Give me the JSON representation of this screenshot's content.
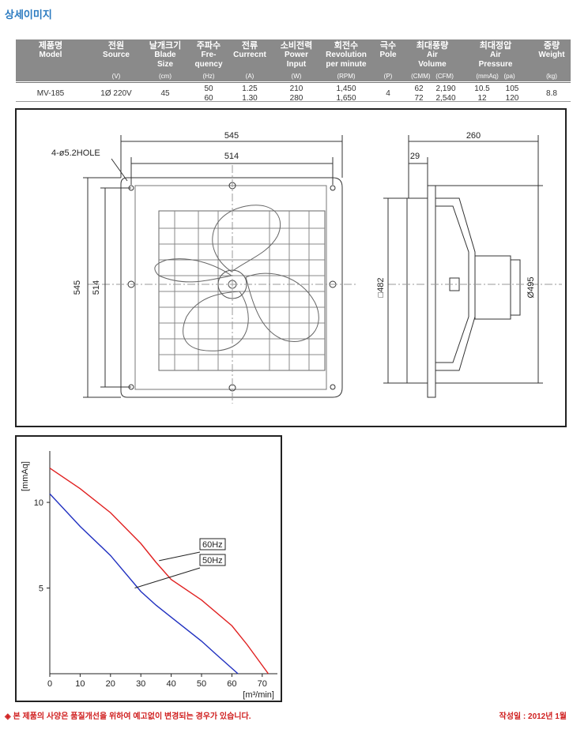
{
  "page_title": "상세이미지",
  "spec_table": {
    "headers": [
      {
        "ko": "제품명",
        "en": "Model",
        "unit": ""
      },
      {
        "ko": "전원",
        "en": "Source",
        "unit": "(V)"
      },
      {
        "ko": "날개크기",
        "en": "Blade\nSize",
        "unit": "(cm)"
      },
      {
        "ko": "주파수",
        "en": "Fre-\nquency",
        "unit": "(Hz)"
      },
      {
        "ko": "전류",
        "en": "Currecnt",
        "unit": "(A)"
      },
      {
        "ko": "소비전력",
        "en": "Power\nInput",
        "unit": "(W)"
      },
      {
        "ko": "회전수",
        "en": "Revolution\nper minute",
        "unit": "(RPM)"
      },
      {
        "ko": "극수",
        "en": "Pole",
        "unit": "(P)"
      },
      {
        "ko": "최대풍량",
        "en": "Air\nVolume",
        "unit": "(CMM)   (CFM)"
      },
      {
        "ko": "최대정압",
        "en": "Air\nPressure",
        "unit": "(mmAq)   (pa)"
      },
      {
        "ko": "중량",
        "en": "Weight",
        "unit": "(kg)"
      }
    ],
    "row": {
      "model": "MV-185",
      "source": "1Ø 220V",
      "blade": "45",
      "freq": [
        "50",
        "60"
      ],
      "current": [
        "1.25",
        "1.30"
      ],
      "power": [
        "210",
        "280"
      ],
      "rpm": [
        "1,450",
        "1,650"
      ],
      "pole": "4",
      "cmm": [
        "62",
        "72"
      ],
      "cfm": [
        "2,190",
        "2,540"
      ],
      "mmaq": [
        "10.5",
        "12"
      ],
      "pa": [
        "105",
        "120"
      ],
      "weight": "8.8"
    }
  },
  "drawing": {
    "front": {
      "width_outer": "545",
      "width_inner": "514",
      "height_outer": "545",
      "height_inner": "514",
      "hole_note": "4-ø5.2HOLE"
    },
    "side": {
      "depth": "260",
      "flange": "29",
      "square": "□482",
      "diameter": "Ø495"
    }
  },
  "chart_data": {
    "type": "line",
    "xlabel": "[m³/min]",
    "ylabel": "[mmAq]",
    "xlim": [
      0,
      75
    ],
    "ylim": [
      0,
      13
    ],
    "x_ticks": [
      "0",
      "10",
      "20",
      "30",
      "40",
      "50",
      "60",
      "70"
    ],
    "y_ticks": [
      "5",
      "10"
    ],
    "series": [
      {
        "name": "60Hz",
        "color": "#e02020",
        "x": [
          0,
          10,
          20,
          30,
          35,
          40,
          50,
          60,
          65,
          72
        ],
        "y": [
          12.0,
          10.8,
          9.4,
          7.6,
          6.5,
          5.5,
          4.3,
          2.8,
          1.7,
          0
        ]
      },
      {
        "name": "50Hz",
        "color": "#2030c0",
        "x": [
          0,
          10,
          20,
          30,
          35,
          40,
          50,
          55,
          62
        ],
        "y": [
          10.5,
          8.6,
          6.9,
          4.8,
          4.0,
          3.3,
          1.9,
          1.1,
          0
        ]
      }
    ]
  },
  "footer": {
    "note": "◈ 본 제품의 사양은 품질개선을 위하여 예고없이 변경되는 경우가 있습니다.",
    "date": "작성일 : 2012년 1월"
  }
}
